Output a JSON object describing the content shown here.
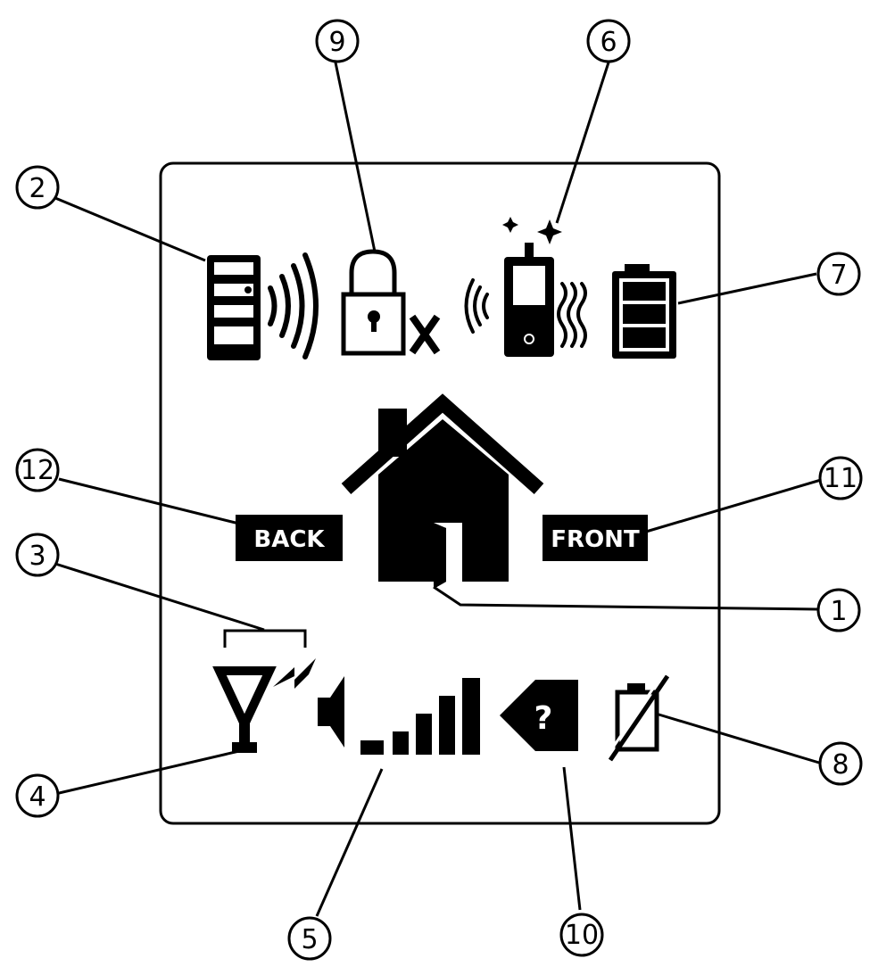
{
  "diagram": {
    "labels": {
      "back": "BACK",
      "front": "FRONT"
    },
    "callouts": {
      "c1": "1",
      "c2": "2",
      "c3": "3",
      "c4": "4",
      "c5": "5",
      "c6": "6",
      "c7": "7",
      "c8": "8",
      "c9": "9",
      "c10": "10",
      "c11": "11",
      "c12": "12"
    },
    "icons": [
      "base-station-signal-icon",
      "lock-x-icon",
      "remote-keyfob-vibrate-icon",
      "battery-full-icon",
      "house-door-icon",
      "antenna-signal-icon",
      "signal-strength-bars-icon",
      "unknown-zone-icon",
      "battery-low-icon"
    ],
    "colors": {
      "ink": "#000000",
      "paper": "#ffffff"
    }
  }
}
